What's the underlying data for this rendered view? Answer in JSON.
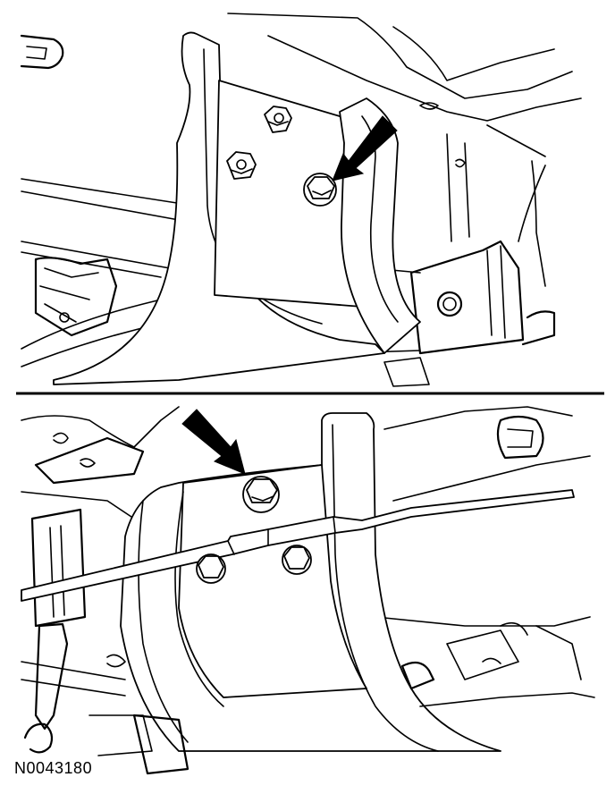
{
  "figure": {
    "id": "N0043180",
    "colors": {
      "line": "#000000",
      "background": "#ffffff"
    },
    "panels": [
      {
        "name": "upper-view",
        "callout": "arrow-icon"
      },
      {
        "name": "lower-view",
        "callout": "arrow-icon"
      }
    ]
  }
}
